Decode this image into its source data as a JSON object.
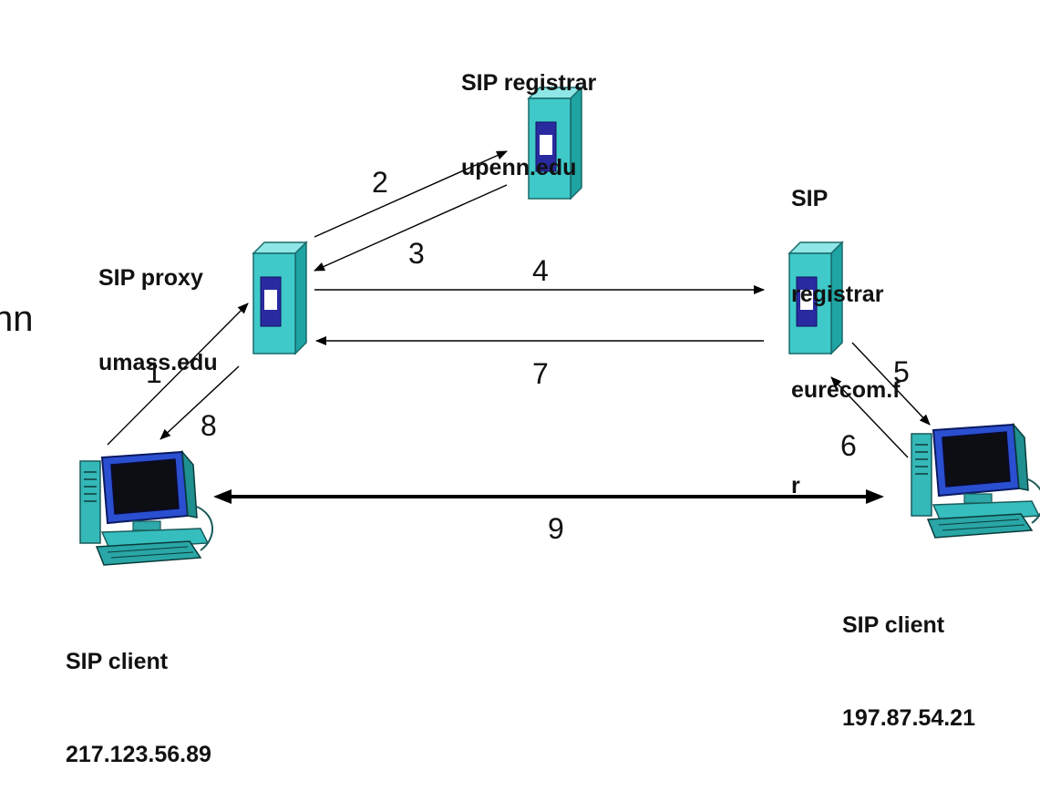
{
  "nodes": {
    "registrar_upenn": {
      "label_line1": "SIP registrar",
      "label_line2": "upenn.edu",
      "icon": "server-tower-icon"
    },
    "proxy_umass": {
      "label_line1": "SIP proxy",
      "label_line2": "umass.edu",
      "icon": "server-tower-icon"
    },
    "registrar_eurecom": {
      "label_line1": "SIP",
      "label_line2": "registrar",
      "label_line3": "eurecom.f",
      "label_line4": "r",
      "icon": "server-tower-icon"
    },
    "client_left": {
      "label_line1": "SIP client",
      "label_line2": "217.123.56.89",
      "icon": "desktop-computer-icon"
    },
    "client_right": {
      "label_line1": "SIP client",
      "label_line2": "197.87.54.21",
      "icon": "desktop-computer-icon"
    }
  },
  "steps": {
    "s1": "1",
    "s2": "2",
    "s3": "3",
    "s4": "4",
    "s5": "5",
    "s6": "6",
    "s7": "7",
    "s8": "8",
    "s9": "9"
  },
  "stray_text": "nn",
  "colors": {
    "server_face": "#40c8c8",
    "server_side": "#20a0a0",
    "server_slot": "#2a2aa0",
    "monitor_screen": "#101010",
    "monitor_frame": "#2040c0",
    "pc_body": "#30b8b8",
    "arrow": "#000000"
  }
}
